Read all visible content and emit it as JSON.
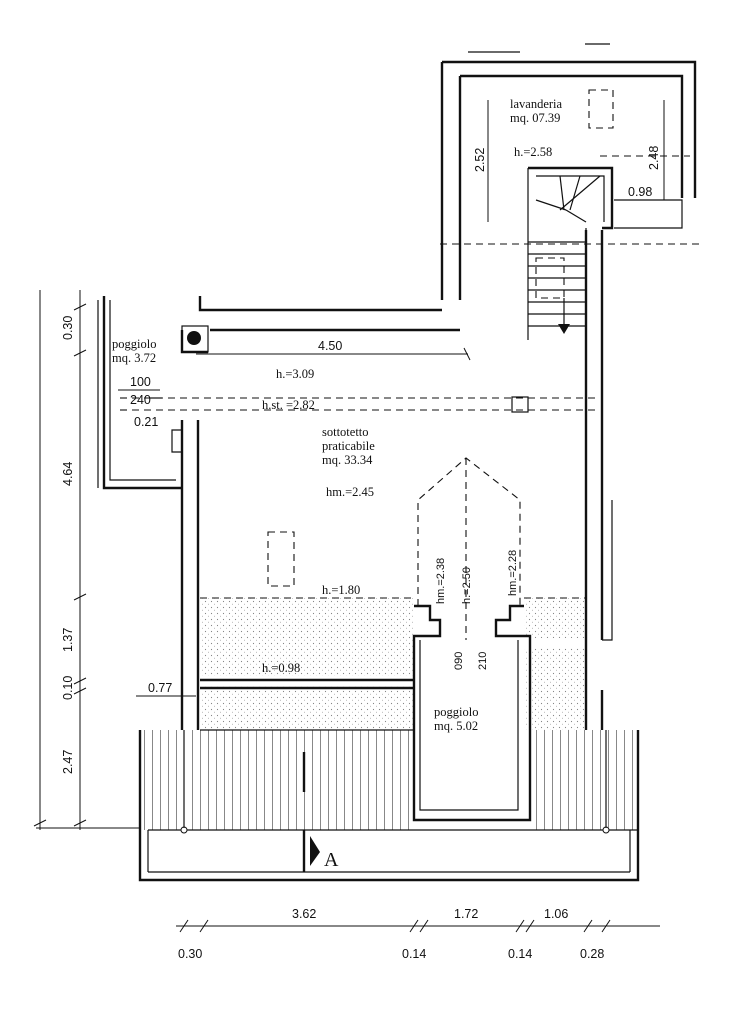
{
  "rooms": {
    "lavanderia": {
      "name": "lavanderia",
      "area": "mq. 07.39",
      "height": "h.=2.58"
    },
    "poggiolo_top": {
      "name": "poggiolo",
      "area": "mq. 3.72"
    },
    "sottotetto": {
      "name1": "sottotetto",
      "name2": "praticabile",
      "area": "mq. 33.34",
      "avg_height": "hm.=2.45"
    },
    "poggiolo_bottom": {
      "name": "poggiolo",
      "area": "mq. 5.02"
    }
  },
  "heights": {
    "h309": "h.=3.09",
    "hst": "h.st. =2.82",
    "h180": "h.=1.80",
    "h098": "h.=0.98",
    "hm238": "hm.=2.38",
    "hm250": "h.=2.50",
    "hm228": "hm.=2.28"
  },
  "dims": {
    "w450": "4.50",
    "w252": "2.52",
    "w248": "2.48",
    "w098": "0.98",
    "w021": "0.21",
    "w077": "0.77",
    "win100": "100",
    "win240": "240",
    "door090": "090",
    "door210": "210",
    "left": [
      "0.30",
      "4.64",
      "1.37",
      "0.10",
      "2.47"
    ],
    "bottom_top": [
      "3.62",
      "1.72",
      "1.06"
    ],
    "bottom_low": [
      "0.30",
      "0.14",
      "0.14",
      "0.28"
    ]
  },
  "section_marker": "A"
}
